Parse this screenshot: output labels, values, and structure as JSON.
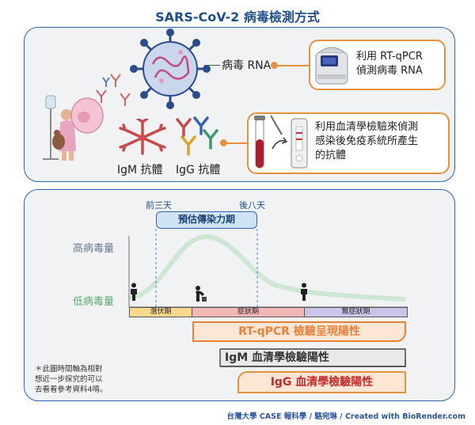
{
  "title": "SARS-CoV-2 病毒檢測方式",
  "top_panel": {
    "virus_label": "病毒 RNA",
    "pcr_box": {
      "line1": "利用 RT-qPCR",
      "line2": "偵測病毒 RNA"
    },
    "serology_box": {
      "line1": "利用血清學檢驗來偵測",
      "line2": "感染後免疫系統所產生",
      "line3": "的抗體"
    },
    "igm_label": "IgM 抗體",
    "igg_label": "IgG 抗體"
  },
  "bottom_panel": {
    "before_label": "前三天",
    "after_label": "後八天",
    "infectious_label": "預估傳染力期",
    "high_label": "高病毒量",
    "low_label": "低病毒量",
    "phases": [
      {
        "label": "潛伏期",
        "color": "#fbd98c"
      },
      {
        "label": "症狀期",
        "color": "#f5b6b6"
      },
      {
        "label": "無症狀期",
        "color": "#c9c4e8"
      }
    ],
    "bars": [
      {
        "label": "RT-qPCR 檢驗呈現陽性",
        "color": "#e8813a"
      },
      {
        "label": "IgM 血清學檢驗陽性",
        "color": "#444444"
      },
      {
        "label": "IgG 血清學檢驗陽性",
        "color": "#c62828"
      }
    ],
    "note": {
      "line1": "＊此圖時間軸為相對",
      "line2": "想近一步探究的可以",
      "line3": "去看看參考資料4唷。"
    }
  },
  "credit": "台灣大學 CASE 報科學 / 駱宛琳 / Created with BioRender.com",
  "colors": {
    "border": "#2f64b5",
    "accent": "#e8913d",
    "curve": "#cde7d4",
    "low_text": "#5fa873"
  },
  "icons": [
    "iv-drip-patient-icon",
    "virus-icon",
    "antibody-icon",
    "pcr-machine-icon",
    "blood-tube-icon",
    "test-kit-icon",
    "person-standing-icon",
    "person-sick-icon"
  ]
}
